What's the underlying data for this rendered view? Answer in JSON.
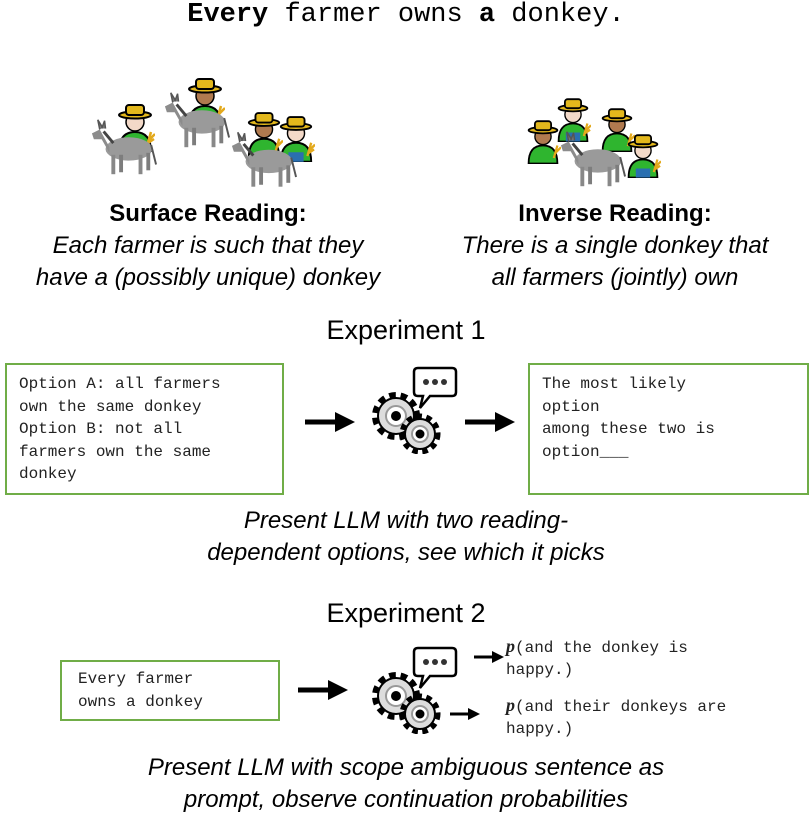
{
  "title": {
    "w1": "Every",
    "w2": " farmer owns ",
    "w3": "a",
    "w4": " donkey."
  },
  "surface": {
    "heading": "Surface Reading:",
    "line1": "Each farmer is such that they",
    "line2": "have a (possibly unique) donkey",
    "icon": "farmers-with-donkeys-emoji"
  },
  "inverse": {
    "heading": "Inverse Reading:",
    "line1": "There is a single donkey that",
    "line2": "all farmers (jointly) own",
    "icon": "farmers-sharing-donkey-emoji"
  },
  "experiment1": {
    "title": "Experiment 1",
    "input": "Option A: all farmers\nown the same donkey\nOption B: not all\nfarmers own the same\ndonkey",
    "output": "The most likely\noption\namong these two is\noption___",
    "caption1": "Present LLM with two reading-",
    "caption2": "dependent options, see which it picks"
  },
  "experiment2": {
    "title": "Experiment 2",
    "input": "Every farmer\nowns a donkey",
    "cont1_p": "p",
    "cont1_a": "(and the donkey is",
    "cont1_b": "happy.)",
    "cont2_p": "p",
    "cont2_a": "(and their donkeys are",
    "cont2_b": "happy.)",
    "caption1": "Present LLM with scope ambiguous sentence as",
    "caption2": "prompt, observe continuation probabilities"
  },
  "colors": {
    "box_border": "#70ad47",
    "hat": "#e3b81c",
    "shirt": "#2fb52f",
    "donkey": "#9a9a9a"
  }
}
